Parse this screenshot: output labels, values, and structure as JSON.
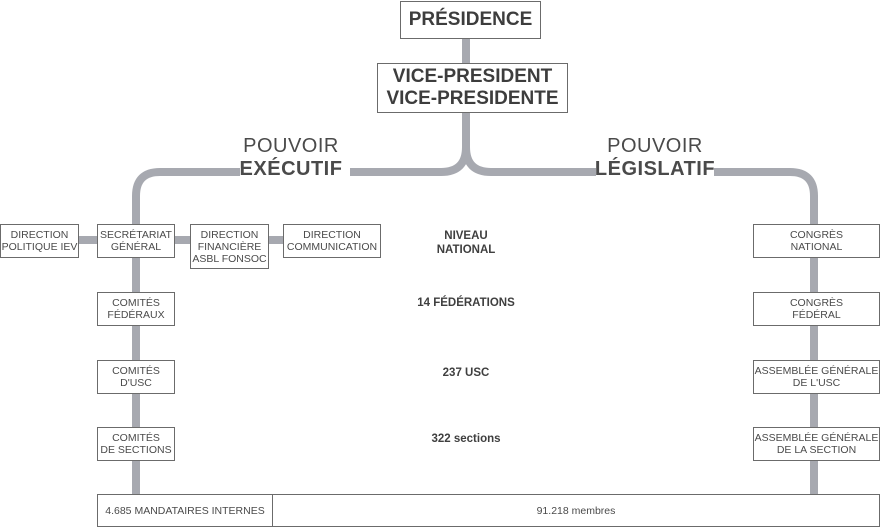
{
  "top": {
    "presidence": "PRÉSIDENCE",
    "vice_president": "VICE-PRESIDENT\nVICE-PRESIDENTE"
  },
  "branches": {
    "executif": {
      "line1": "POUVOIR",
      "line2": "EXÉCUTIF"
    },
    "legislatif": {
      "line1": "POUVOIR",
      "line2": "LÉGISLATIF"
    }
  },
  "national_row": {
    "direction_politique": "DIRECTION\nPOLITIQUE IEV",
    "secretariat": "SECRÉTARIAT\nGÉNÉRAL",
    "direction_financiere": "DIRECTION\nFINANCIÈRE\nASBL FONSOC",
    "direction_communication": "DIRECTION\nCOMMUNICATION"
  },
  "executive": {
    "comites_federaux": "COMITÉS\nFÉDÉRAUX",
    "comites_usc": "COMITÉS\nD'USC",
    "comites_sections": "COMITÉS\nDE SECTIONS"
  },
  "legislative": {
    "congres_national": "CONGRÈS\nNATIONAL",
    "congres_federal": "CONGRÈS\nFÉDÉRAL",
    "assemblee_usc": "ASSEMBLÉE GÉNÉRALE\nDE L'USC",
    "assemblee_section": "ASSEMBLÉE GÉNÉRALE\nDE LA SECTION"
  },
  "levels": {
    "national": "NIVEAU\nNATIONAL",
    "federations": "14 FÉDÉRATIONS",
    "usc": "237 USC",
    "sections": "322 sections"
  },
  "footer": {
    "mandataires": "4.685 MANDATAIRES INTERNES",
    "membres": "91.218 membres"
  },
  "colors": {
    "connector": "#a7a9b0",
    "border": "#6b6b6b",
    "text": "#3f3f3f"
  }
}
